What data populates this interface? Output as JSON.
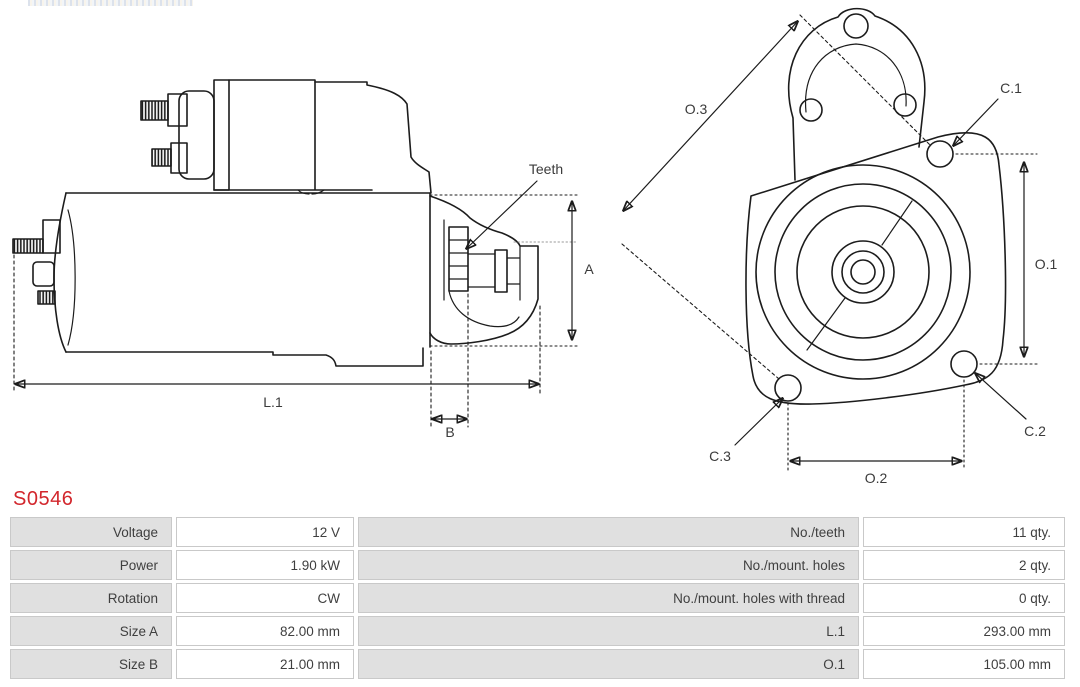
{
  "part_number": "S0546",
  "colors": {
    "part_number_red": "#d2262c",
    "line_art": "#1c1c1c",
    "table_label_bg": "#e0e0e0",
    "table_border": "#c9c9c9",
    "table_text": "#3f3f3f"
  },
  "drawing": {
    "side_view": {
      "labels": {
        "teeth": "Teeth",
        "size_a": "A",
        "length_l1": "L.1",
        "size_b": "B"
      }
    },
    "front_view": {
      "labels": {
        "o3": "O.3",
        "c1": "C.1",
        "o1": "O.1",
        "c3": "C.3",
        "c2": "C.2",
        "o2": "O.2"
      }
    }
  },
  "spec_table": {
    "left_rows": [
      {
        "label": "Voltage",
        "value": "12 V"
      },
      {
        "label": "Power",
        "value": "1.90 kW"
      },
      {
        "label": "Rotation",
        "value": "CW"
      },
      {
        "label": "Size A",
        "value": "82.00 mm"
      },
      {
        "label": "Size B",
        "value": "21.00 mm"
      }
    ],
    "right_rows": [
      {
        "label": "No./teeth",
        "value": "11 qty."
      },
      {
        "label": "No./mount. holes",
        "value": "2 qty."
      },
      {
        "label": "No./mount. holes with thread",
        "value": "0 qty."
      },
      {
        "label": "L.1",
        "value": "293.00 mm"
      },
      {
        "label": "O.1",
        "value": "105.00 mm"
      }
    ]
  }
}
